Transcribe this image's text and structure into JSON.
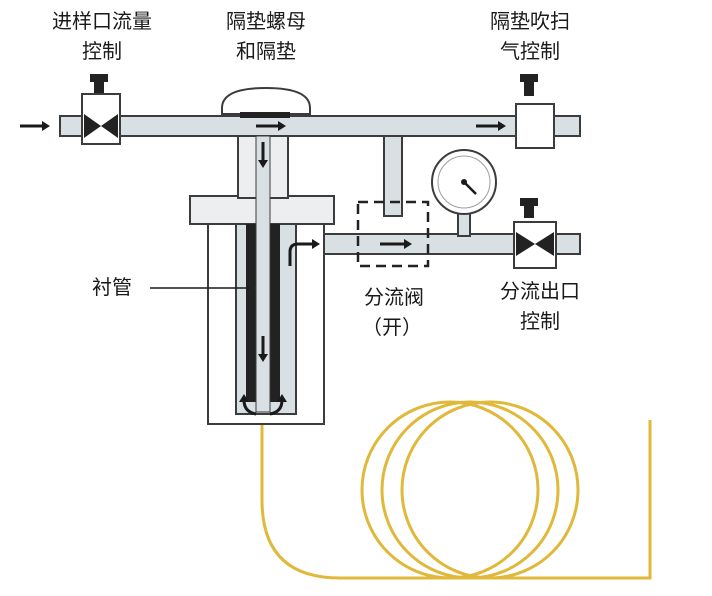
{
  "labels": {
    "inlet_flow_control_l1": "进样口流量",
    "inlet_flow_control_l2": "控制",
    "septum_nut_l1": "隔垫螺母",
    "septum_nut_l2": "和隔垫",
    "septum_purge_l1": "隔垫吹扫",
    "septum_purge_l2": "气控制",
    "liner": "衬管",
    "split_valve_l1": "分流阀",
    "split_valve_l2": "（开）",
    "split_outlet_l1": "分流出口",
    "split_outlet_l2": "控制"
  },
  "colors": {
    "pipe_fill": "#d8e0e4",
    "outline": "#3c3c3c",
    "column": "#e0b83a",
    "liner": "#222222"
  },
  "icons": {
    "valve": "bowtie-valve-icon",
    "gauge": "pressure-gauge-icon",
    "flow_arrow": "flow-arrow-icon"
  }
}
